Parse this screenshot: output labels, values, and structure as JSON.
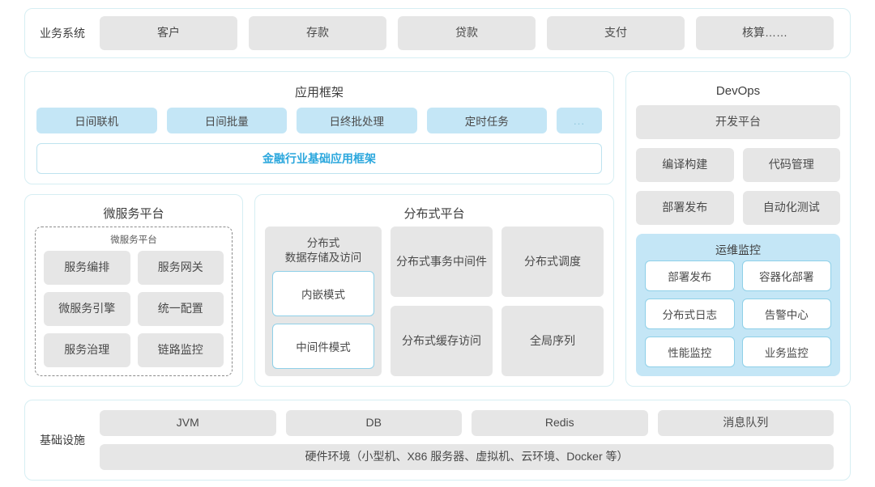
{
  "business_systems": {
    "label": "业务系统",
    "items": [
      "客户",
      "存款",
      "贷款",
      "支付",
      "核算……"
    ]
  },
  "app_framework": {
    "title": "应用框架",
    "tags": [
      "日间联机",
      "日间批量",
      "日终批处理",
      "定时任务",
      "..."
    ],
    "base_framework": "金融行业基础应用框架"
  },
  "microservice_platform": {
    "title": "微服务平台",
    "sub_title": "微服务平台",
    "items": [
      "服务编排",
      "服务网关",
      "微服务引擎",
      "统一配置",
      "服务治理",
      "链路监控"
    ]
  },
  "distributed_platform": {
    "title": "分布式平台",
    "column_a": {
      "title": "分布式\n数据存储及访问",
      "title_line1": "分布式",
      "title_line2": "数据存储及访问",
      "modes": [
        "内嵌模式",
        "中间件模式"
      ]
    },
    "column_b": [
      {
        "line1": "分布式",
        "line2": "事务中间件"
      },
      {
        "line1": "分布式",
        "line2": "缓存访问"
      }
    ],
    "column_c": [
      {
        "line1": "分布式调度",
        "line2": ""
      },
      {
        "line1": "全局序列",
        "line2": ""
      }
    ]
  },
  "devops": {
    "title": "DevOps",
    "platform": "开发平台",
    "items": [
      "编译构建",
      "代码管理",
      "部署发布",
      "自动化测试"
    ],
    "ops_monitor": {
      "title": "运维监控",
      "items": [
        "部署发布",
        "容器化部署",
        "分布式日志",
        "告警中心",
        "性能监控",
        "业务监控"
      ]
    }
  },
  "infrastructure": {
    "label": "基础设施",
    "items": [
      "JVM",
      "DB",
      "Redis",
      "消息队列"
    ],
    "hardware": "硬件环境（小型机、X86 服务器、虚拟机、云环境、Docker 等）"
  },
  "colors": {
    "accent_blue": "#2ba7dd",
    "tag_blue": "#c4e6f6",
    "card_gray": "#e6e6e6",
    "panel_border": "#d6eef3"
  }
}
